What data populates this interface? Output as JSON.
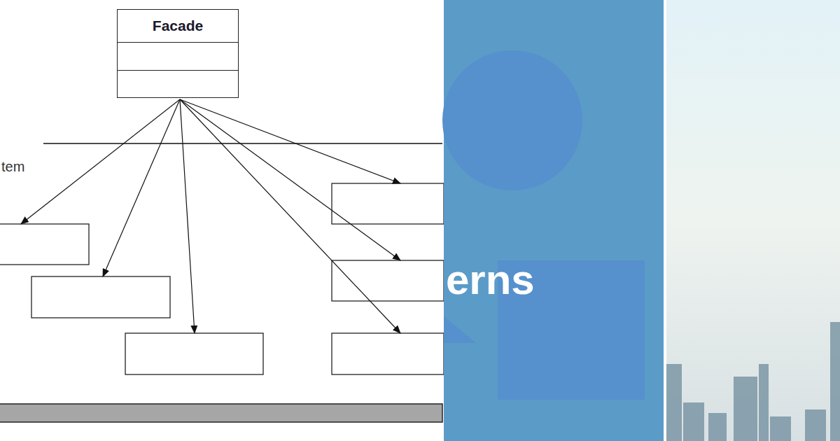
{
  "diagram": {
    "nodes": [
      {
        "text": [
          "Facade"
        ]
      }
    ],
    "labels": [
      "tem",
      "erns"
    ]
  }
}
